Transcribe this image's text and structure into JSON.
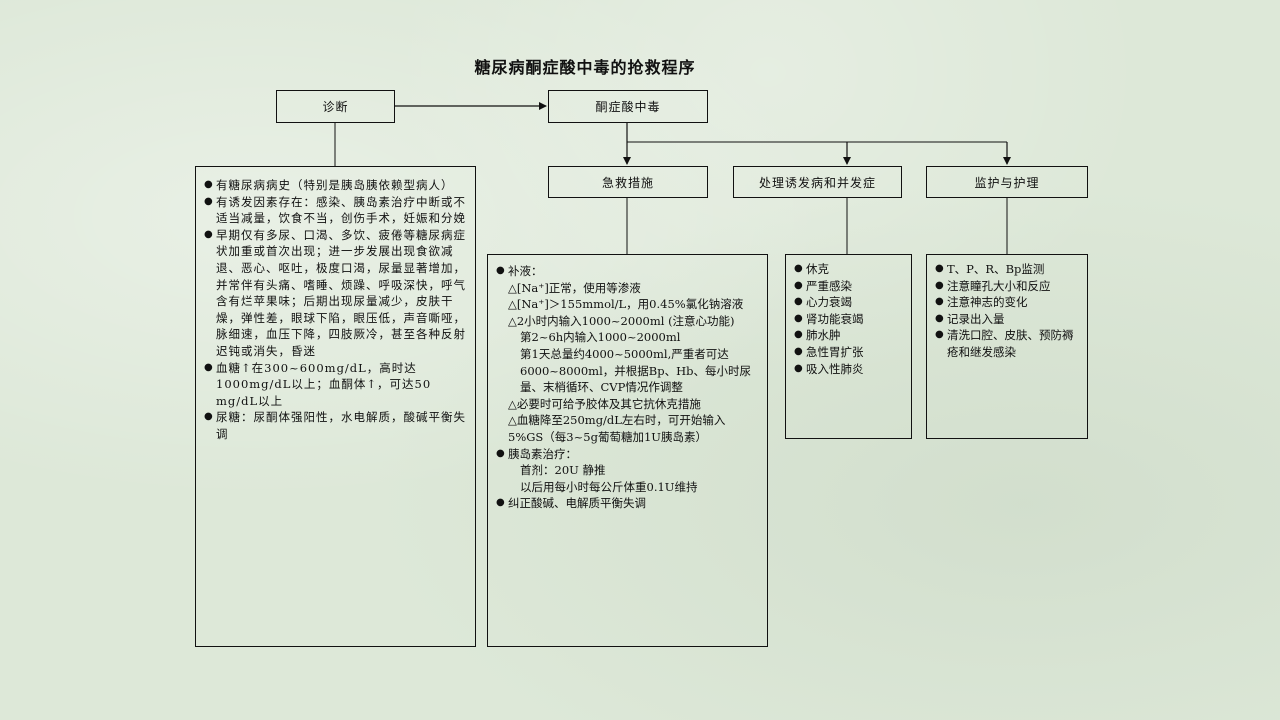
{
  "title": "糖尿病酮症酸中毒的抢救程序",
  "nodes": {
    "diagnosis": "诊断",
    "ketoacidosis": "酮症酸中毒",
    "emergency": "急救措施",
    "complications": "处理诱发病和并发症",
    "monitoring": "监护与护理"
  },
  "diagnosis_items": [
    "有糖尿病病史（特别是胰岛胰依赖型病人）",
    "有诱发因素存在：感染、胰岛素治疗中断或不适当减量，饮食不当，创伤手术，妊娠和分娩",
    "早期仅有多尿、口渴、多饮、疲倦等糖尿病症状加重或首次出现；进一步发展出现食欲减退、恶心、呕吐，极度口渴，尿量显著增加，并常伴有头痛、嗜睡、烦躁、呼吸深快，呼气含有烂苹果味；后期出现尿量减少，皮肤干燥，弹性差，眼球下陷，眼压低，声音嘶哑，脉细速，血压下降，四肢厥冷，甚至各种反射迟钝或消失，昏迷",
    "血糖↑在300~600mg/dL，高时达1000mg/dL以上；血酮体↑，可达50 mg/dL以上",
    "尿糖：尿酮体强阳性，水电解质，酸碱平衡失调"
  ],
  "emergency_lines": [
    {
      "bullet": "●",
      "text": "补液：",
      "sub": false
    },
    {
      "bullet": "",
      "text": "△[Na⁺]正常，使用等渗液",
      "sub": false
    },
    {
      "bullet": "",
      "text": "△[Na⁺]＞155mmol/L，用0.45%氯化钠溶液",
      "sub": false
    },
    {
      "bullet": "",
      "text": "△2小时内输入1000~2000ml (注意心功能)",
      "sub": false
    },
    {
      "bullet": "",
      "text": "第2~6h内输入1000~2000ml",
      "sub": true
    },
    {
      "bullet": "",
      "text": "第1天总量约4000~5000ml,严重者可达6000~8000ml，并根据Bp、Hb、每小时尿量、末梢循环、CVP情况作调整",
      "sub": true
    },
    {
      "bullet": "",
      "text": "△必要时可给予胶体及其它抗休克措施",
      "sub": false
    },
    {
      "bullet": "",
      "text": "△血糖降至250mg/dL左右时，可开始输入5%GS（每3~5g葡萄糖加1U胰岛素）",
      "sub": false
    },
    {
      "bullet": "●",
      "text": "胰岛素治疗：",
      "sub": false
    },
    {
      "bullet": "",
      "text": "首剂：20U 静推",
      "sub": false
    },
    {
      "bullet": "",
      "text": "以后用每小时每公斤体重0.1U维持",
      "sub": false
    },
    {
      "bullet": "●",
      "text": "纠正酸碱、电解质平衡失调",
      "sub": false
    }
  ],
  "complication_items": [
    "休克",
    "严重感染",
    "心力衰竭",
    "肾功能衰竭",
    "肺水肿",
    "急性胃扩张",
    "吸入性肺炎"
  ],
  "monitoring_items": [
    "T、P、R、Bp监测",
    "注意瞳孔大小和反应",
    "注意神志的变化",
    "记录出入量",
    "清洗口腔、皮肤、预防褥疮和继发感染"
  ]
}
